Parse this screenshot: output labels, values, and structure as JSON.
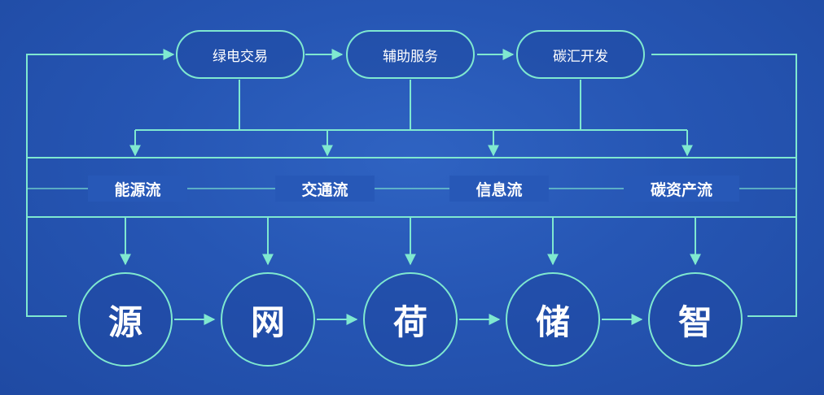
{
  "services": {
    "green_trading": "绿电交易",
    "ancillary": "辅助服务",
    "carbon_dev": "碳汇开发"
  },
  "flows": {
    "energy": "能源流",
    "traffic": "交通流",
    "information": "信息流",
    "carbon_asset": "碳资产流"
  },
  "nodes": {
    "source": "源",
    "grid": "网",
    "load": "荷",
    "storage": "储",
    "smart": "智"
  },
  "colors": {
    "line": "#7fe8d0",
    "background": "#2656b4",
    "text": "#ffffff"
  }
}
